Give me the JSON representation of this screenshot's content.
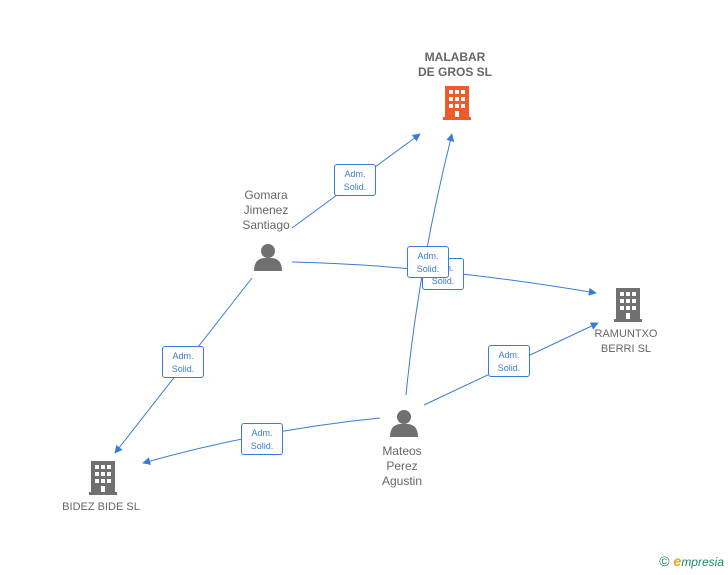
{
  "nodes": {
    "malabar": {
      "line1": "MALABAR",
      "line2": "DE GROS  SL",
      "color": "#f05a28"
    },
    "gomara": {
      "line1": "Gomara",
      "line2": "Jimenez",
      "line3": "Santiago"
    },
    "ramuntxo": {
      "line1": "RAMUNTXO",
      "line2": "BERRI SL"
    },
    "mateos": {
      "line1": "Mateos",
      "line2": "Perez",
      "line3": "Agustin"
    },
    "bidez": {
      "line1": "BIDEZ BIDE  SL"
    }
  },
  "edges": {
    "label_line1": "Adm.",
    "label_line2": "Solid."
  },
  "colors": {
    "edge": "#3a7bd5",
    "node": "#707070",
    "focus": "#f05a28"
  },
  "copyright": {
    "symbol": "©",
    "brand_initial": "e",
    "brand_rest": "mpresia"
  }
}
